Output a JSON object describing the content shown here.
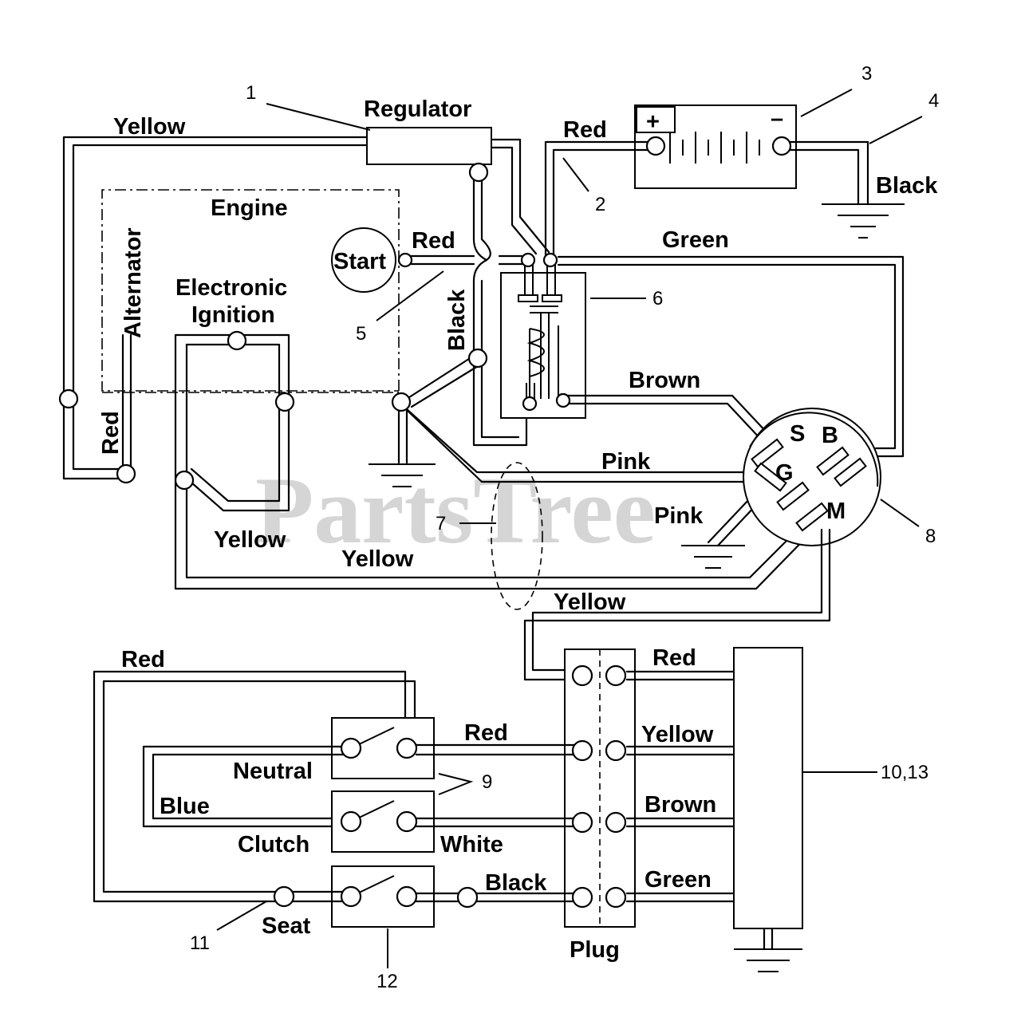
{
  "watermark": "PartsTree",
  "components": {
    "regulator": "Regulator",
    "engine": "Engine",
    "alternator": "Alternator",
    "start": "Start",
    "electronic_ignition_line1": "Electronic",
    "electronic_ignition_line2": "Ignition",
    "battery_plus": "+",
    "battery_minus": "–",
    "plug": "Plug",
    "neutral": "Neutral",
    "clutch": "Clutch",
    "seat": "Seat",
    "switch_s": "S",
    "switch_b": "B",
    "switch_g": "G",
    "switch_m": "M"
  },
  "wires": {
    "yellow_top": "Yellow",
    "red_battery": "Red",
    "black_ground": "Black",
    "red_start": "Red",
    "green": "Green",
    "black_vertical": "Black",
    "red_alternator": "Red",
    "brown": "Brown",
    "pink_1": "Pink",
    "pink_2": "Pink",
    "yellow_ignition": "Yellow",
    "yellow_lower": "Yellow",
    "yellow_plug": "Yellow",
    "red_outer": "Red",
    "red_neutral": "Red",
    "blue": "Blue",
    "white": "White",
    "black_seat": "Black",
    "red_harness": "Red",
    "yellow_harness": "Yellow",
    "brown_harness": "Brown",
    "green_harness": "Green"
  },
  "callouts": {
    "c1": "1",
    "c2": "2",
    "c3": "3",
    "c4": "4",
    "c5": "5",
    "c6": "6",
    "c7": "7",
    "c8": "8",
    "c9": "9",
    "c10_13": "10,13",
    "c11": "11",
    "c12": "12"
  }
}
